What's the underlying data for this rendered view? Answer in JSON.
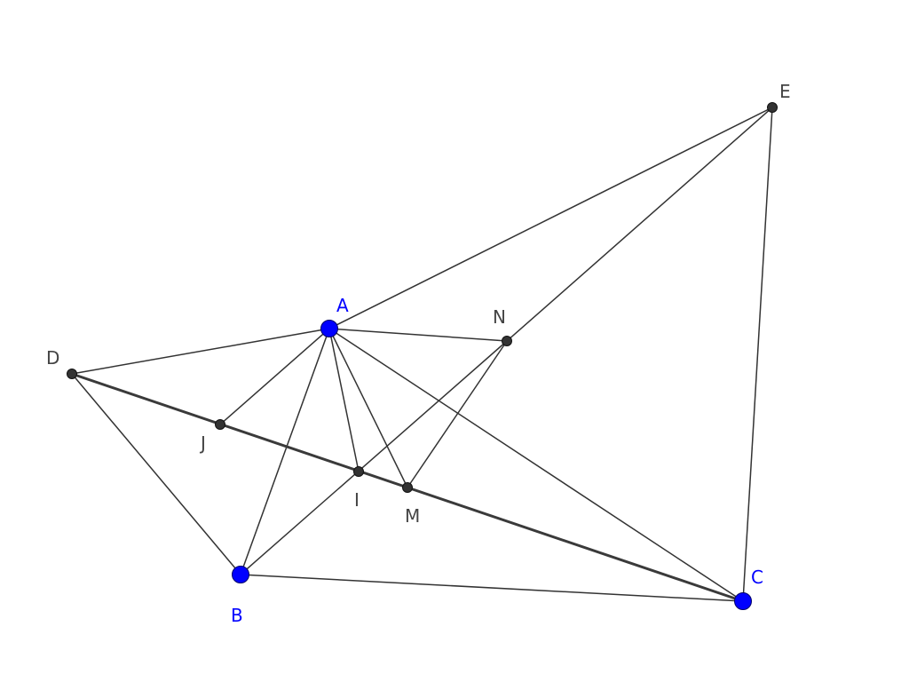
{
  "diagram": {
    "points": [
      {
        "id": "A",
        "label": "A",
        "kind": "free"
      },
      {
        "id": "B",
        "label": "B",
        "kind": "free"
      },
      {
        "id": "C",
        "label": "C",
        "kind": "free"
      },
      {
        "id": "D",
        "label": "D",
        "kind": "dependent"
      },
      {
        "id": "E",
        "label": "E",
        "kind": "dependent"
      },
      {
        "id": "N",
        "label": "N",
        "kind": "dependent"
      },
      {
        "id": "J",
        "label": "J",
        "kind": "dependent"
      },
      {
        "id": "I",
        "label": "I",
        "kind": "dependent"
      },
      {
        "id": "M",
        "label": "M",
        "kind": "dependent"
      }
    ],
    "segments": [
      [
        "A",
        "D"
      ],
      [
        "A",
        "E"
      ],
      [
        "A",
        "N"
      ],
      [
        "A",
        "J"
      ],
      [
        "A",
        "B"
      ],
      [
        "A",
        "I"
      ],
      [
        "A",
        "M"
      ],
      [
        "A",
        "C"
      ],
      [
        "D",
        "B"
      ],
      [
        "D",
        "C"
      ],
      [
        "B",
        "C"
      ],
      [
        "E",
        "C"
      ],
      [
        "E",
        "N"
      ],
      [
        "N",
        "B"
      ],
      [
        "N",
        "M"
      ]
    ],
    "colors": {
      "free_point": "#0000ff",
      "dependent_point": "#333333",
      "segment": "#333333"
    }
  }
}
